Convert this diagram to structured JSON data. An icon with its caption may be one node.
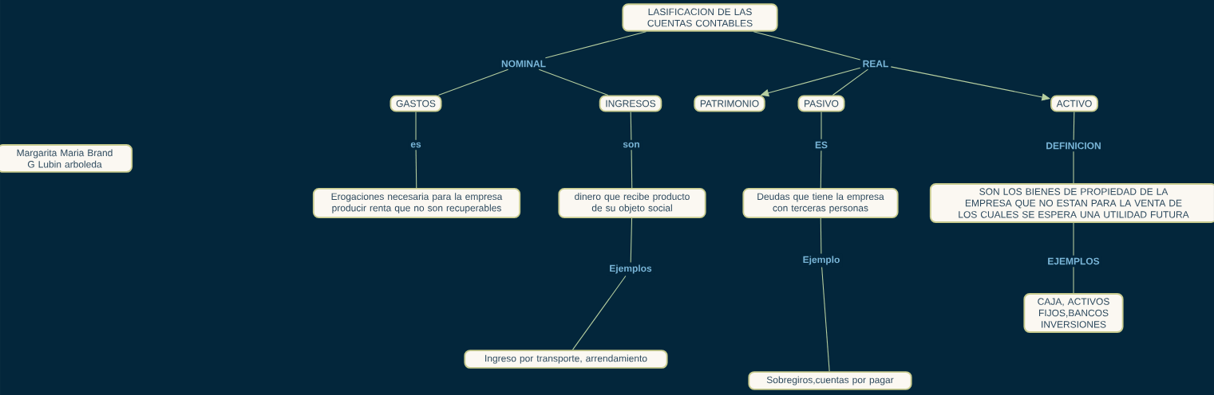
{
  "diagram": {
    "nodes": [
      {
        "text": [
          "LASIFICACION DE LAS CUENTAS CONTABLES"
        ]
      },
      {
        "text": [
          "NOMINAL"
        ]
      },
      {
        "text": [
          "REAL"
        ]
      },
      {
        "text": [
          "GASTOS"
        ]
      },
      {
        "text": [
          "INGRESOS"
        ]
      },
      {
        "text": [
          "PATRIMONIO"
        ]
      },
      {
        "text": [
          "PASIVO"
        ]
      },
      {
        "text": [
          "ACTIVO"
        ]
      },
      {
        "text": [
          "es"
        ]
      },
      {
        "text": [
          "son"
        ]
      },
      {
        "text": [
          "ES"
        ]
      },
      {
        "text": [
          "DEFINICION"
        ]
      },
      {
        "text": [
          "Erogaciones necesaria para la empresa producir renta que no son recuperables"
        ]
      },
      {
        "text": [
          "dinero que recibe producto de su objeto social"
        ]
      },
      {
        "text": [
          "Deudas que tiene la empresa con terceras personas"
        ]
      },
      {
        "text": [
          "SON LOS BIENES DE PROPIEDAD DE LA EMPRESA QUE NO ESTAN PARA LA VENTA DE LOS CUALES SE ESPERA UNA UTILIDAD FUTURA"
        ]
      },
      {
        "text": [
          "Ejemplos"
        ]
      },
      {
        "text": [
          "Ejemplo"
        ]
      },
      {
        "text": [
          "EJEMPLOS"
        ]
      },
      {
        "text": [
          "Ingreso por transporte, arrendamiento"
        ]
      },
      {
        "text": [
          "Sobregiros,cuentas por pagar"
        ]
      },
      {
        "text": [
          "CAJA, ACTIVOS FIJOS,BANCOS INVERSIONES"
        ]
      },
      {
        "text": [
          "Margarita Maria Brand G Lubin arboleda"
        ]
      }
    ],
    "edges": [
      {
        "from": 0,
        "to": 1,
        "arrow": "none"
      },
      {
        "from": 0,
        "to": 2,
        "arrow": "none"
      },
      {
        "from": 1,
        "to": 3,
        "arrow": "none"
      },
      {
        "from": 1,
        "to": 4,
        "arrow": "none"
      },
      {
        "from": 2,
        "to": 5,
        "arrow": "to"
      },
      {
        "from": 2,
        "to": 6,
        "arrow": "none"
      },
      {
        "from": 2,
        "to": 7,
        "arrow": "to"
      },
      {
        "from": 3,
        "to": 8,
        "arrow": "none"
      },
      {
        "from": 8,
        "to": 12,
        "arrow": "none"
      },
      {
        "from": 4,
        "to": 9,
        "arrow": "none"
      },
      {
        "from": 9,
        "to": 13,
        "arrow": "none"
      },
      {
        "from": 6,
        "to": 10,
        "arrow": "none"
      },
      {
        "from": 10,
        "to": 14,
        "arrow": "none"
      },
      {
        "from": 7,
        "to": 11,
        "arrow": "none"
      },
      {
        "from": 11,
        "to": 15,
        "arrow": "none"
      },
      {
        "from": 13,
        "to": 16,
        "arrow": "none"
      },
      {
        "from": 16,
        "to": 19,
        "arrow": "none"
      },
      {
        "from": 14,
        "to": 17,
        "arrow": "none"
      },
      {
        "from": 17,
        "to": 20,
        "arrow": "none"
      },
      {
        "from": 15,
        "to": 18,
        "arrow": "none"
      },
      {
        "from": 18,
        "to": 21,
        "arrow": "none"
      }
    ]
  }
}
